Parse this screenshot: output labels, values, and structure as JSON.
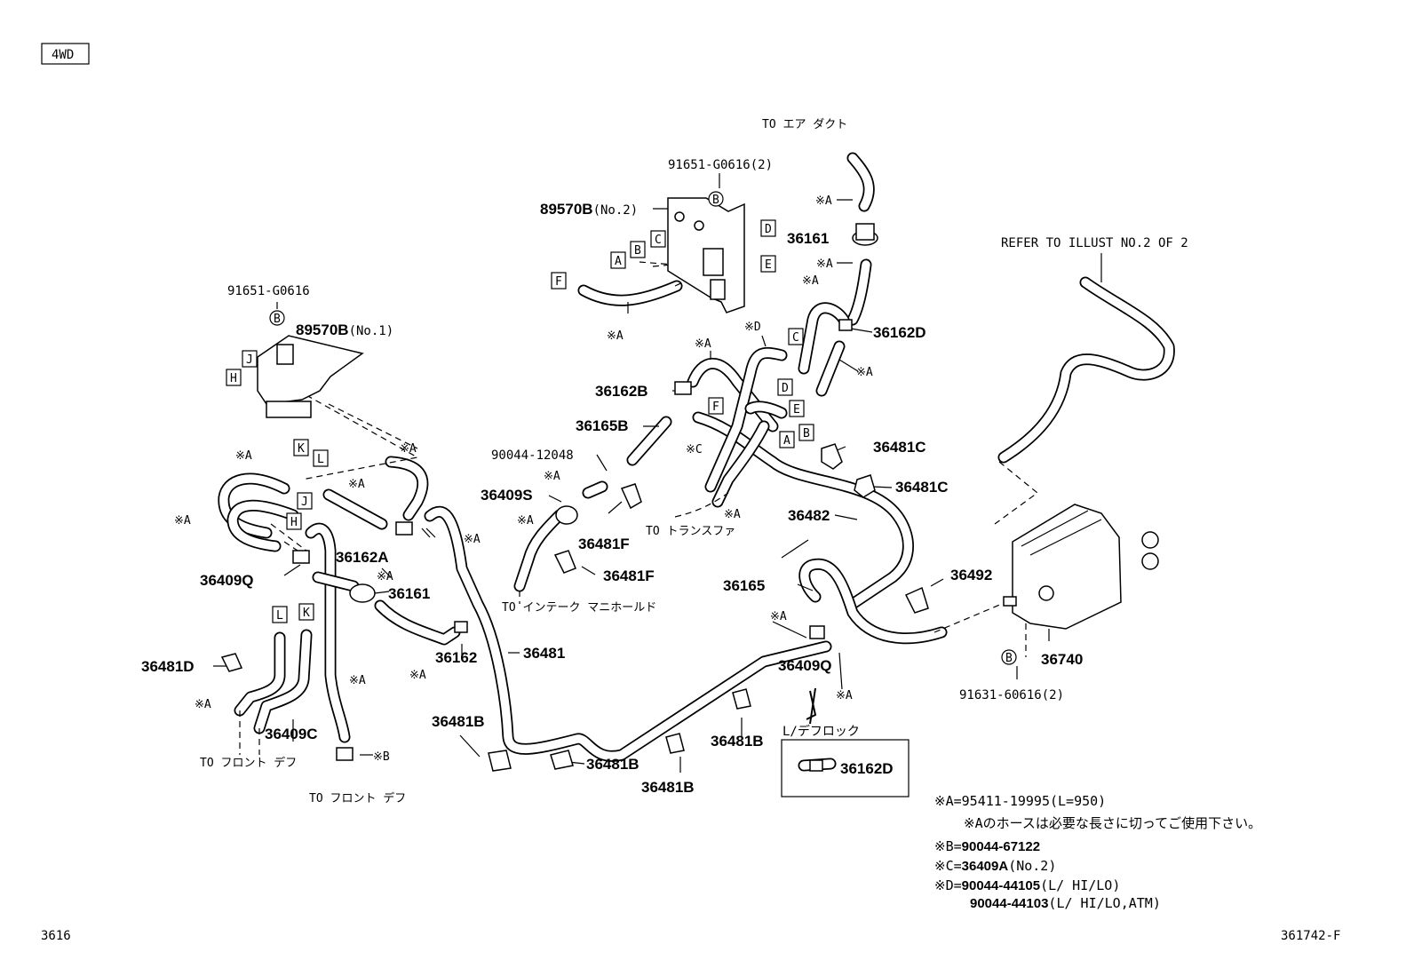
{
  "header": {
    "variant_tag": "4WD"
  },
  "footer": {
    "left_code": "3616",
    "right_code": "361742-F"
  },
  "callouts": {
    "to_air_duct": "TO エア ダクト",
    "bolt_top": "91651-G0616(2)",
    "bracket_no2_num": "89570B",
    "bracket_no2_sfx": "(No.2)",
    "bolt_left": "91651-G0616",
    "bracket_no1_num": "89570B",
    "bracket_no1_sfx": "(No.1)",
    "refer": "REFER TO ILLUST NO.2 OF 2",
    "p36161_top": "36161",
    "p36162D": "36162D",
    "p36162B": "36162B",
    "p36165B": "36165B",
    "p90044_12048": "90044-12048",
    "p36409S": "36409S",
    "p36481C_1": "36481C",
    "p36481C_2": "36481C",
    "p36482": "36482",
    "to_transfer": "TO トランスファ",
    "p36481F_1": "36481F",
    "p36481F_2": "36481F",
    "to_intake": "TO インテーク マニホールド",
    "p36162A": "36162A",
    "p36161_left": "36161",
    "p36409Q_left": "36409Q",
    "p36162": "36162",
    "p36481": "36481",
    "p36481D": "36481D",
    "p36409C": "36409C",
    "to_front_diff_1": "TO フロント デフ",
    "to_front_diff_2": "TO フロント デフ",
    "p36481B_1": "36481B",
    "p36481B_2": "36481B",
    "p36481B_3": "36481B",
    "p36481B_4": "36481B",
    "p36165": "36165",
    "p36492": "36492",
    "p36409Q_right": "36409Q",
    "p36740": "36740",
    "bolt_bottom": "91631-60616(2)",
    "diff_lock": "L/デフロック",
    "p36162D_box": "36162D",
    "mark_A": "※A",
    "mark_B": "※B",
    "mark_C": "※C",
    "mark_D": "※D",
    "circle_B": "B",
    "letters": [
      "A",
      "B",
      "C",
      "D",
      "E",
      "F",
      "H",
      "J",
      "K",
      "L"
    ]
  },
  "notes": {
    "a_prefix": "※A=",
    "a_value": "95411-19995(L=950)",
    "a_sub": "※Aのホースは必要な長さに切ってご使用下さい。",
    "b_prefix": "※B=",
    "b_value": "90044-67122",
    "c_prefix": "※C=",
    "c_value": "36409A",
    "c_suffix": "(No.2)",
    "d_prefix": "※D=",
    "d_value1": "90044-44105",
    "d_suffix1": "(L/ HI/LO)",
    "d_value2": "90044-44103",
    "d_suffix2": "(L/ HI/LO,ATM)"
  }
}
